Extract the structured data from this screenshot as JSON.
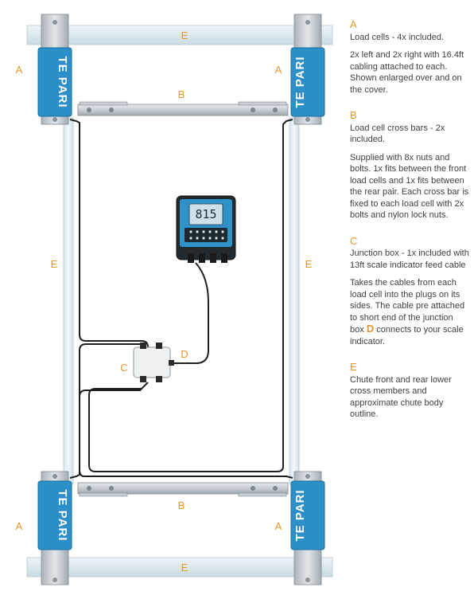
{
  "diagram": {
    "brand": "TE PARI",
    "indicator_reading": "815",
    "labels": {
      "A": "A",
      "B": "B",
      "C": "C",
      "D": "D",
      "E": "E"
    },
    "colors": {
      "accent": "#e8952a",
      "cell_blue": "#2c8fc9",
      "steel": "#c9cfd4",
      "rail": "#dce8ee"
    }
  },
  "legend": [
    {
      "letter": "A",
      "title": "Load cells - 4x included.",
      "body": "2x left and 2x right with 16.4ft cabling attached to each. Shown enlarged over and on the cover."
    },
    {
      "letter": "B",
      "title": "Load cell cross bars - 2x included.",
      "body": "Supplied with 8x nuts and bolts. 1x fits between the front load cells and 1x fits between the rear pair. Each cross bar is fixed to each load cell with 2x bolts and nylon lock nuts."
    },
    {
      "letter": "C",
      "title": "Junction box - 1x included with 13ft scale indicator feed cable",
      "body_before": "Takes the cables from each load cell into the plugs on its sides. The cable pre attached to short end of the junction box",
      "inline_letter": "D",
      "body_after": "connects to your scale indicator."
    },
    {
      "letter": "E",
      "title": "Chute front and rear lower cross members and approximate chute body outline."
    }
  ]
}
